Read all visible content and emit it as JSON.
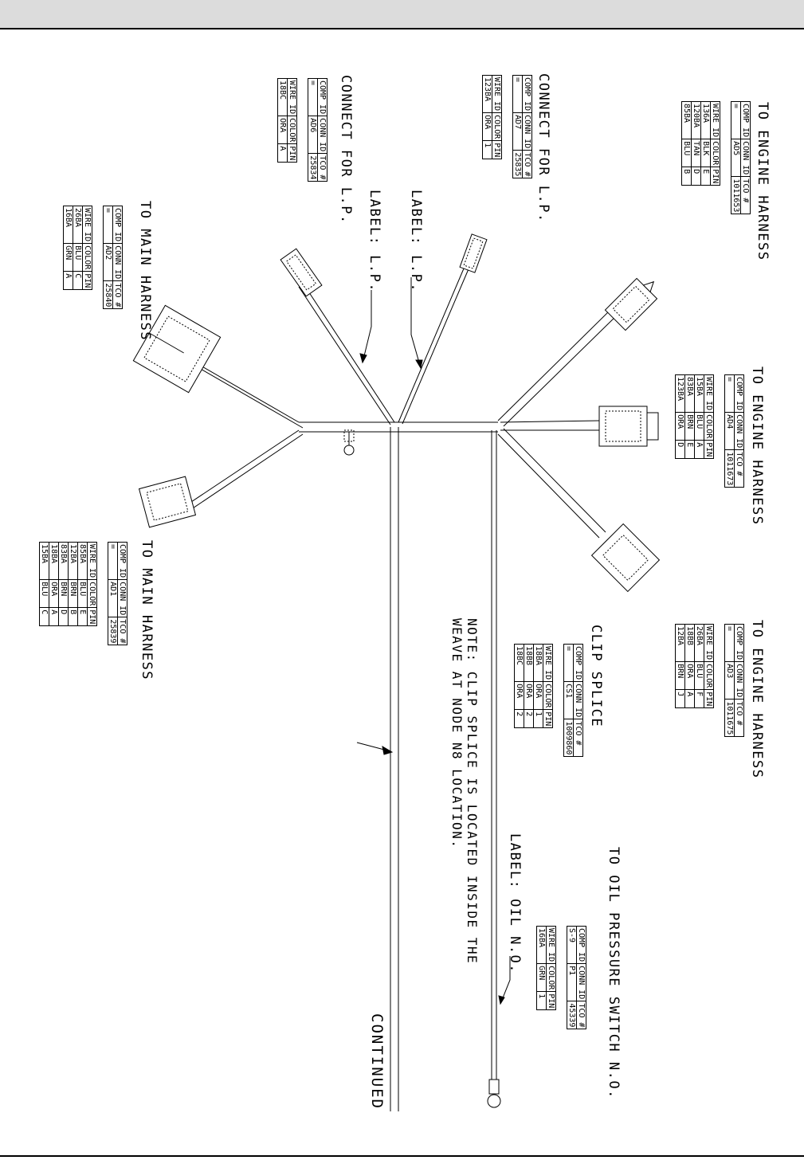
{
  "captions": {
    "c1": "TO ENGINE HARNESS",
    "c2": "CONNECT FOR L.P.",
    "c3": "CONNECT FOR L.P.",
    "c4": "TO MAIN HARNESS",
    "c5": "TO ENGINE HARNESS",
    "c6": "TO ENGINE HARNESS",
    "c7": "TO MAIN HARNESS",
    "c8": "CLIP SPLICE",
    "c9": "TO OIL PRESSURE SWITCH N.O.",
    "label_lp1": "LABEL: L.P.",
    "label_lp2": "LABEL: L.P.",
    "label_oil": "LABEL: OIL N.O.",
    "continued": "CONTINUED"
  },
  "note": {
    "line1": "NOTE: CLIP SPLICE IS LOCATED INSIDE THE",
    "line2": "WEAVE AT NODE N8 LOCATION."
  },
  "headers": {
    "comp": "COMP ID",
    "conn": "CONN ID",
    "tco": "TCO #",
    "wire": "WIRE ID",
    "color": "COLOR",
    "pin": "PIN"
  },
  "tables": {
    "ad5": {
      "comp": "=",
      "conn": "AD5",
      "tco": "1011653",
      "rows": [
        [
          "136A",
          "BLK",
          "E"
        ],
        [
          "120BA",
          "TAN",
          "D"
        ],
        [
          "85BA",
          "BLU",
          "B"
        ]
      ]
    },
    "ad7": {
      "comp": "=",
      "conn": "AD7",
      "tco": "25835",
      "rows": [
        [
          "123BA",
          "ORA",
          "1"
        ]
      ]
    },
    "ad6": {
      "comp": "=",
      "conn": "AD6",
      "tco": "25834",
      "rows": [
        [
          "18BC",
          "ORA",
          "A"
        ]
      ]
    },
    "ad2": {
      "comp": "=",
      "conn": "AD2",
      "tco": "25840",
      "rows": [
        [
          "26BA",
          "BLU",
          "C"
        ],
        [
          "16BA",
          "GRN",
          "A"
        ]
      ]
    },
    "ad4": {
      "comp": "=",
      "conn": "AD4",
      "tco": "1011673",
      "rows": [
        [
          "15BA",
          "BLU",
          "A"
        ],
        [
          "83BA",
          "BRN",
          "E"
        ],
        [
          "123BA",
          "ORA",
          "D"
        ]
      ]
    },
    "ad3": {
      "comp": "=",
      "conn": "AD3",
      "tco": "1011675",
      "rows": [
        [
          "26BA",
          "BLU",
          "F"
        ],
        [
          "18BB",
          "ORA",
          "A"
        ],
        [
          "12BA",
          "BRN",
          "J"
        ]
      ]
    },
    "ad1": {
      "comp": "=",
      "conn": "AD1",
      "tco": "25839",
      "rows": [
        [
          "85BA",
          "BLU",
          "E"
        ],
        [
          "12BA",
          "BRN",
          "B"
        ],
        [
          "83BA",
          "BRN",
          "D"
        ],
        [
          "18BA",
          "ORA",
          "A"
        ],
        [
          "15BA",
          "BLU",
          "C"
        ]
      ]
    },
    "cs1": {
      "comp": "=",
      "conn": "CS1",
      "tco": "1009860",
      "rows": [
        [
          "18BA",
          "ORA",
          "1"
        ],
        [
          "18BB",
          "ORA",
          "2"
        ],
        [
          "18BC",
          "ORA",
          "2"
        ]
      ]
    },
    "p1": {
      "comp": "S-9",
      "conn": "P1",
      "tco": "45339",
      "rows": [
        [
          "16BA",
          "GRN",
          "1"
        ]
      ]
    }
  }
}
